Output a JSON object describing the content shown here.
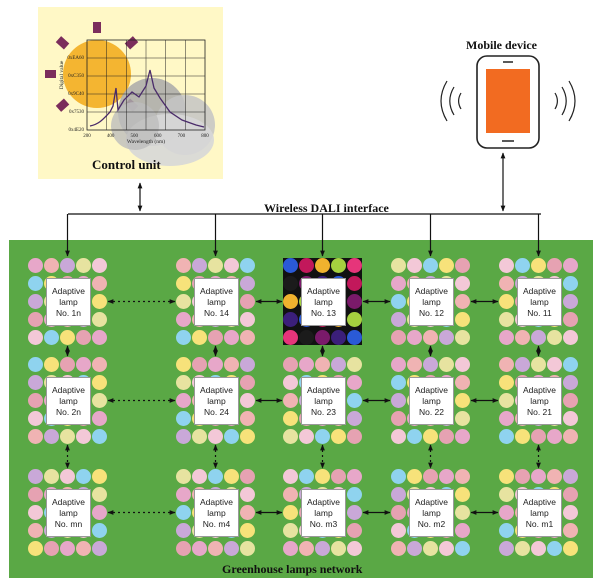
{
  "control_unit": {
    "label": "Control unit",
    "graph": {
      "y_axis_label": "Digital value",
      "x_axis_label": "Wavelength (nm)",
      "y_ticks": [
        "0xEA60",
        "0xC350",
        "0x9C40",
        "0x7530",
        "0x4E20"
      ],
      "x_ticks": [
        "200",
        "400",
        "500",
        "600",
        "700",
        "800"
      ]
    }
  },
  "mobile_device": {
    "label": "Mobile device",
    "screen_color": "#f26b21"
  },
  "interface": {
    "label": "Wireless DALI interface"
  },
  "network": {
    "label": "Greenhouse lamps network",
    "background": "#5aa845"
  },
  "lamps": [
    {
      "line1": "Adaptive",
      "line2": "lamp",
      "line3": "No. 1n"
    },
    {
      "line1": "Adaptive",
      "line2": "lamp",
      "line3": "No. 14"
    },
    {
      "line1": "Adaptive",
      "line2": "lamp",
      "line3": "No. 13"
    },
    {
      "line1": "Adaptive",
      "line2": "lamp",
      "line3": "No. 12"
    },
    {
      "line1": "Adaptive",
      "line2": "lamp",
      "line3": "No. 11"
    },
    {
      "line1": "Adaptive",
      "line2": "lamp",
      "line3": "No. 2n"
    },
    {
      "line1": "Adaptive",
      "line2": "lamp",
      "line3": "No. 24"
    },
    {
      "line1": "Adaptive",
      "line2": "lamp",
      "line3": "No. 23"
    },
    {
      "line1": "Adaptive",
      "line2": "lamp",
      "line3": "No. 22"
    },
    {
      "line1": "Adaptive",
      "line2": "lamp",
      "line3": "No. 21"
    },
    {
      "line1": "Adaptive",
      "line2": "lamp",
      "line3": "No. mn"
    },
    {
      "line1": "Adaptive",
      "line2": "lamp",
      "line3": "No. m4"
    },
    {
      "line1": "Adaptive",
      "line2": "lamp",
      "line3": "No. m3"
    },
    {
      "line1": "Adaptive",
      "line2": "lamp",
      "line3": "No. m2"
    },
    {
      "line1": "Adaptive",
      "line2": "lamp",
      "line3": "No. m1"
    }
  ],
  "highlighted_lamp": "No. 13",
  "colors": {
    "led_pastel": [
      "#e7a7c9",
      "#f0b3b3",
      "#c9a8d8",
      "#e7e3a0",
      "#f3c8d7",
      "#8fd3ef",
      "#f7e27a",
      "#e6a2b2"
    ],
    "led_bright": [
      "#7a1a6a",
      "#3b1f7a",
      "#2a5ad6",
      "#c2185b",
      "#f0b22e",
      "#a5d13f",
      "#e6357a",
      "#1b1b1b"
    ],
    "control_panel": "#fff8c6",
    "sun": "#f4b531",
    "sun_rays": "#7b2d5c"
  }
}
